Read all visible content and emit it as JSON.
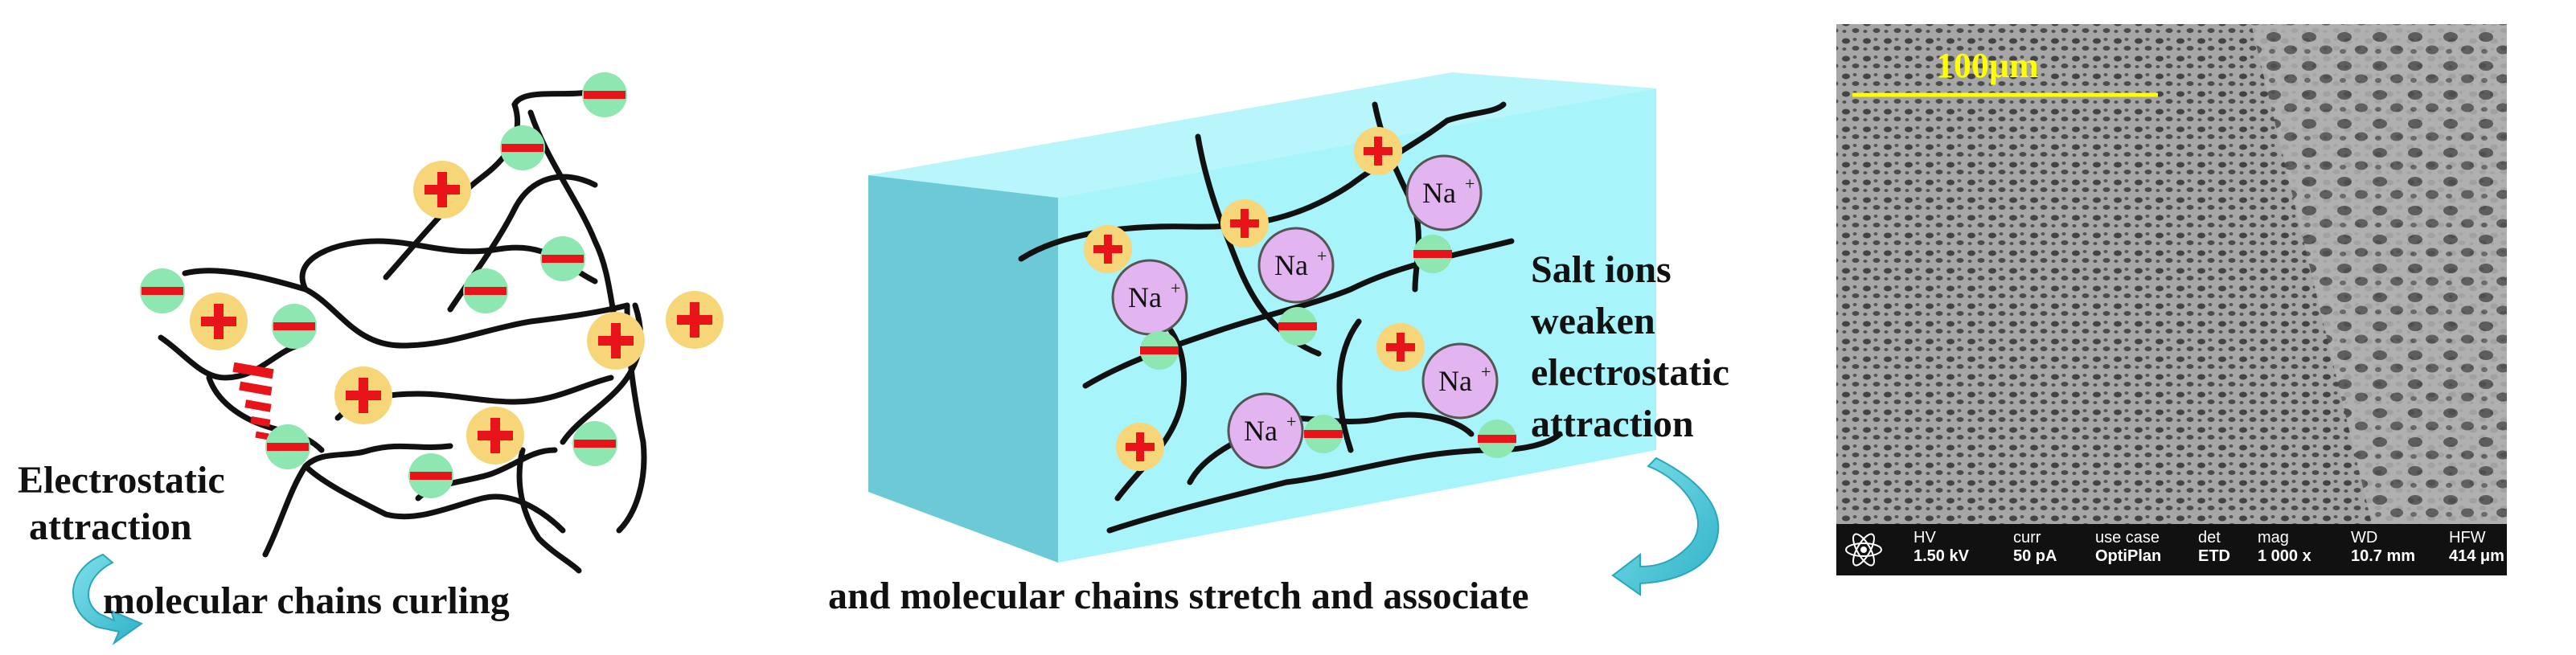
{
  "left_panel": {
    "label_line1": "Electrostatic",
    "label_line2": "attraction",
    "caption": "molecular chains curling"
  },
  "middle_panel": {
    "ion_label": "Na",
    "ion_sup": "+",
    "label_line1": "Salt ions",
    "label_line2": "weaken",
    "label_line3": "electrostatic",
    "label_line4": "attraction",
    "caption": "and molecular chains stretch and associate"
  },
  "sem_image": {
    "scale_bar_label": "100μm",
    "info_bar": [
      {
        "header": "HV",
        "value": "1.50 kV"
      },
      {
        "header": "curr",
        "value": "50 pA"
      },
      {
        "header": "use case",
        "value": "OptiPlan"
      },
      {
        "header": "det",
        "value": "ETD"
      },
      {
        "header": "mag",
        "value": "1 000 x"
      },
      {
        "header": "WD",
        "value": "10.7 mm"
      },
      {
        "header": "HFW",
        "value": "414 μm"
      }
    ]
  },
  "colors": {
    "positive_fill": "#f7d67a",
    "positive_sign": "#e8141a",
    "negative_fill": "#8ee6b0",
    "negative_sign": "#e8141a",
    "ion_fill": "#e2b4f0",
    "box_front": "#a8f4fb",
    "box_top": "#b8f6fc",
    "box_side": "#6cc9d6",
    "arrow": "#3fc6d8",
    "scale_bar": "#ffff00"
  }
}
